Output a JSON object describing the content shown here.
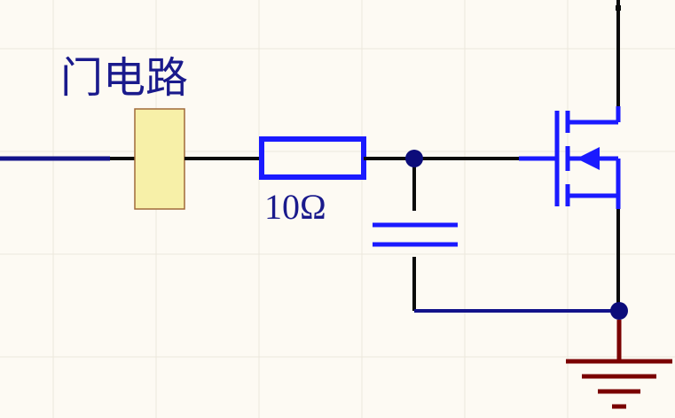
{
  "labels": {
    "gate_circuit": "门电路",
    "resistor_value": "10Ω"
  },
  "colors": {
    "background": "#fdfaf3",
    "grid": "#ece8dd",
    "wire_dark": "#0a0a0a",
    "wire_blue": "#12128a",
    "component_blue": "#1a1aff",
    "junction": "#0c0c7a",
    "ground": "#7a0000",
    "gate_box_fill": "#f7f0a8",
    "gate_box_stroke": "#a06a3a",
    "label_text": "#1a1a8c"
  },
  "components": [
    {
      "name": "gate-circuit-block"
    },
    {
      "name": "resistor"
    },
    {
      "name": "capacitor"
    },
    {
      "name": "nmos-transistor"
    },
    {
      "name": "ground-symbol"
    }
  ]
}
